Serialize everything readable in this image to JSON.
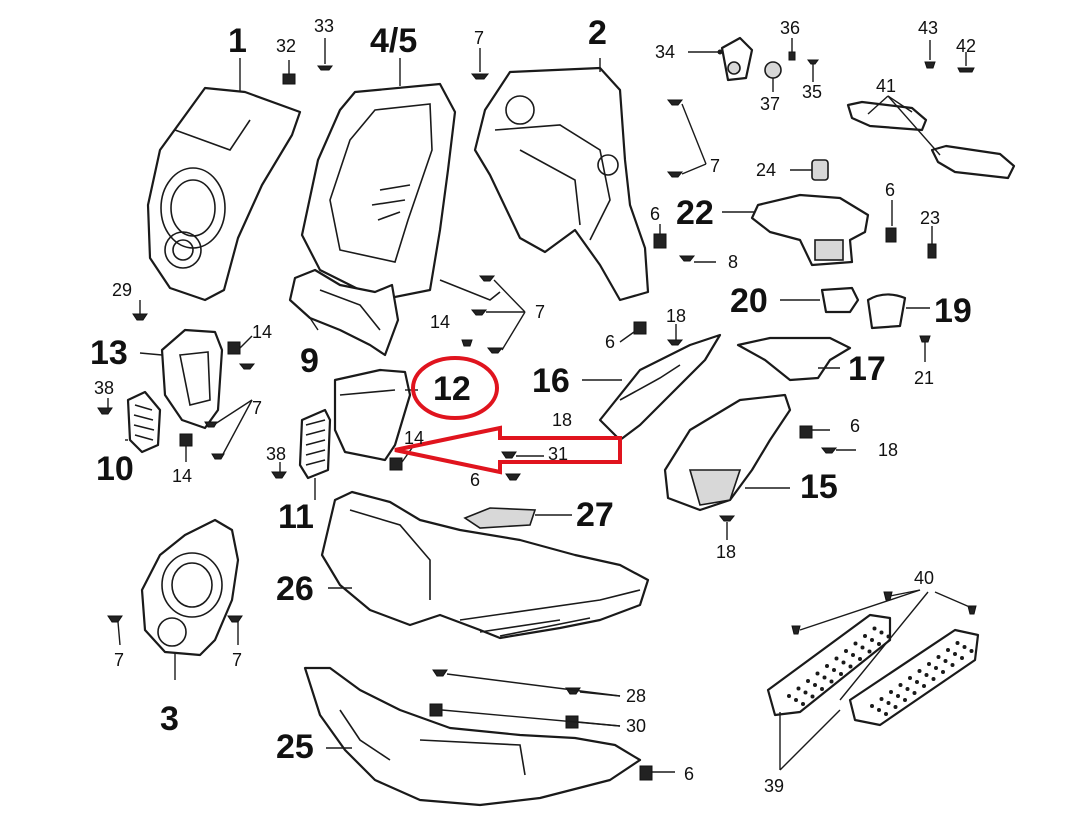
{
  "highlight_color": "#e0141e",
  "labels": {
    "p1": "1",
    "p2": "2",
    "p3": "3",
    "p45": "4/5",
    "p6a": "6",
    "p6b": "6",
    "p6c": "6",
    "p6d": "6",
    "p6e": "6",
    "p6f": "6",
    "p7a": "7",
    "p7b": "7",
    "p7c": "7",
    "p7d": "7",
    "p7e": "7",
    "p7f": "7",
    "p8": "8",
    "p9": "9",
    "p10": "10",
    "p11": "11",
    "p12": "12",
    "p13": "13",
    "p14a": "14",
    "p14b": "14",
    "p14c": "14",
    "p14d": "14",
    "p15": "15",
    "p16": "16",
    "p17": "17",
    "p18a": "18",
    "p18b": "18",
    "p18c": "18",
    "p18d": "18",
    "p19": "19",
    "p20": "20",
    "p21": "21",
    "p22": "22",
    "p23": "23",
    "p24": "24",
    "p25": "25",
    "p26": "26",
    "p27": "27",
    "p28": "28",
    "p29": "29",
    "p30": "30",
    "p31": "31",
    "p32": "32",
    "p33": "33",
    "p34": "34",
    "p35": "35",
    "p36": "36",
    "p37": "37",
    "p38a": "38",
    "p38b": "38",
    "p39": "39",
    "p40": "40",
    "p41": "41",
    "p42": "42",
    "p43": "43"
  }
}
